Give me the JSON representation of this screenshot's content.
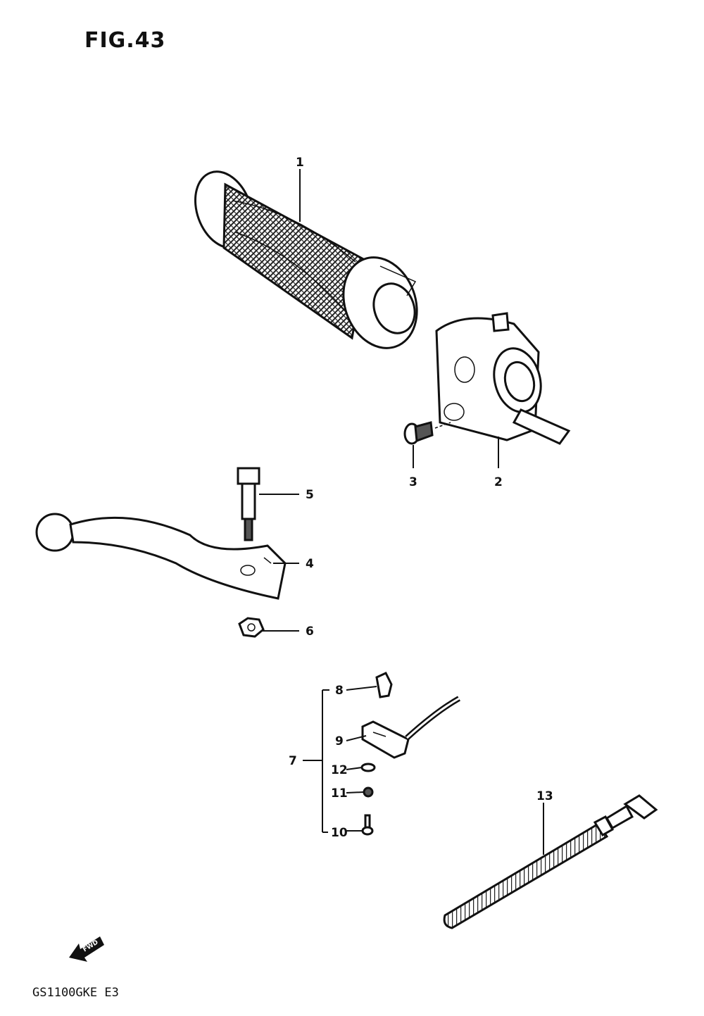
{
  "figure": {
    "title": "FIG.43",
    "model_code": "GS1100GKE E3",
    "fwd_label": "FWD"
  },
  "callouts": [
    "1",
    "2",
    "3",
    "4",
    "5",
    "6",
    "7",
    "8",
    "9",
    "10",
    "11",
    "12",
    "13"
  ]
}
